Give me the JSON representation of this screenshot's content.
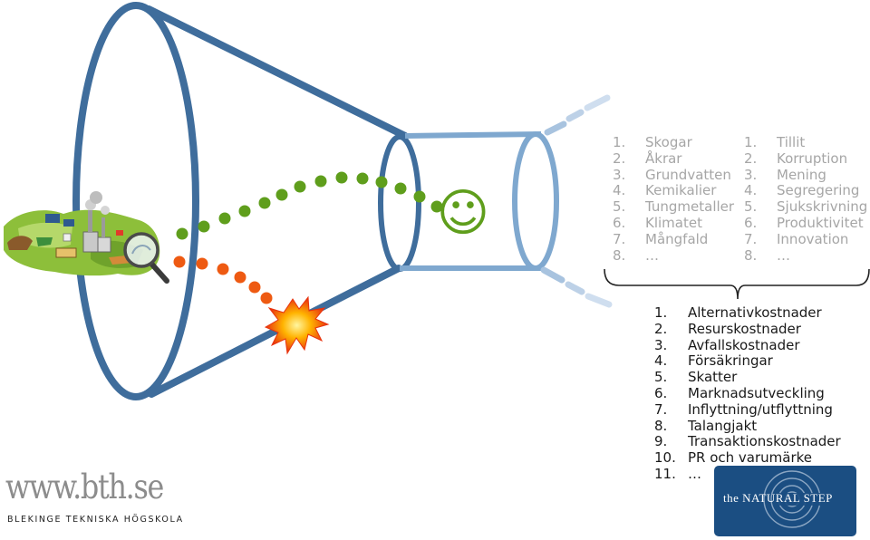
{
  "nature_list": {
    "items": [
      {
        "num": "1.",
        "label": "Skogar"
      },
      {
        "num": "2.",
        "label": "Åkrar"
      },
      {
        "num": "3.",
        "label": "Grundvatten"
      },
      {
        "num": "4.",
        "label": "Kemikalier"
      },
      {
        "num": "5.",
        "label": "Tungmetaller"
      },
      {
        "num": "6.",
        "label": "Klimatet"
      },
      {
        "num": "7.",
        "label": "Mångfald"
      },
      {
        "num": "8.",
        "label": "…"
      }
    ]
  },
  "social_list": {
    "items": [
      {
        "num": "1.",
        "label": "Tillit"
      },
      {
        "num": "2.",
        "label": "Korruption"
      },
      {
        "num": "3.",
        "label": "Mening"
      },
      {
        "num": "4.",
        "label": "Segregering"
      },
      {
        "num": "5.",
        "label": "Sjukskrivning"
      },
      {
        "num": "6.",
        "label": "Produktivitet"
      },
      {
        "num": "7.",
        "label": "Innovation"
      },
      {
        "num": "8.",
        "label": "…"
      }
    ]
  },
  "economic_list": {
    "items": [
      {
        "num": "1.",
        "label": "Alternativkostnader"
      },
      {
        "num": "2.",
        "label": "Resurskostnader"
      },
      {
        "num": "3.",
        "label": "Avfallskostnader"
      },
      {
        "num": "4.",
        "label": "Försäkringar"
      },
      {
        "num": "5.",
        "label": "Skatter"
      },
      {
        "num": "6.",
        "label": "Marknadsutveckling"
      },
      {
        "num": "7.",
        "label": "Inflyttning/utflyttning"
      },
      {
        "num": "8.",
        "label": "Talangjakt"
      },
      {
        "num": "9.",
        "label": "Transaktionskostnader"
      },
      {
        "num": "10.",
        "label": "PR och varumärke"
      },
      {
        "num": "11.",
        "label": "…"
      }
    ]
  },
  "bth_logo": {
    "url": "www.bth.se",
    "name": "BLEKINGE TEKNISKA HÖGSKOLA"
  },
  "tns_logo": {
    "text": "the NATURAL STEP"
  },
  "smiley": "☺",
  "colors": {
    "funnel": "#3f6d9c",
    "tube": "#7fa8cf",
    "green_dots": "#5f9e1c",
    "orange_dots": "#ee5a12",
    "tns_bg": "#1b4e82"
  }
}
